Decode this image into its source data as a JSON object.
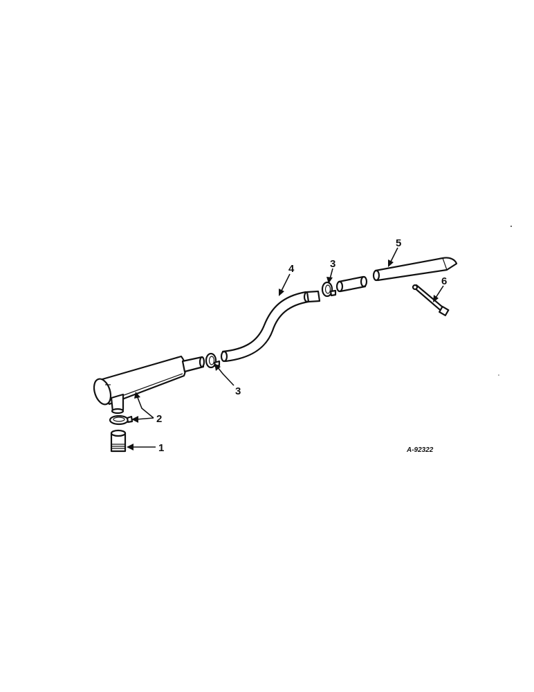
{
  "diagram": {
    "reference_number": "A-92322",
    "callouts": [
      {
        "id": "callout-1",
        "label": "1"
      },
      {
        "id": "callout-2",
        "label": "2"
      },
      {
        "id": "callout-3a",
        "label": "3"
      },
      {
        "id": "callout-3b",
        "label": "3"
      },
      {
        "id": "callout-4",
        "label": "4"
      },
      {
        "id": "callout-5",
        "label": "5"
      },
      {
        "id": "callout-6",
        "label": "6"
      }
    ]
  }
}
